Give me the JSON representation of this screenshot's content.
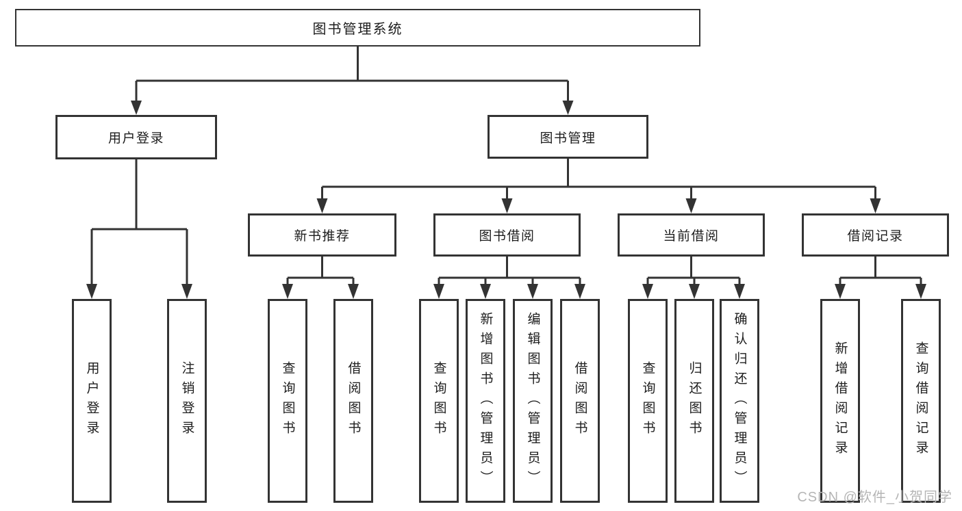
{
  "colors": {
    "line": "#333333",
    "box_border": "#333333",
    "text": "#1d1d1d",
    "watermark": "#b5b5b5",
    "background": "#ffffff"
  },
  "nodes": {
    "root": {
      "label": "图书管理系统",
      "children": {
        "user_login": {
          "label": "用户登录",
          "children": {
            "login": {
              "label": "用户登录"
            },
            "logout": {
              "label": "注销登录"
            }
          }
        },
        "book_mgmt": {
          "label": "图书管理",
          "children": {
            "new_book_rec": {
              "label": "新书推荐",
              "children": {
                "query_book": {
                  "label": "查询图书"
                },
                "borrow_book": {
                  "label": "借阅图书"
                }
              }
            },
            "book_borrow": {
              "label": "图书借阅",
              "children": {
                "query_book": {
                  "label": "查询图书"
                },
                "add_book": {
                  "label": "新增图书（管理员）"
                },
                "edit_book": {
                  "label": "编辑图书（管理员）"
                },
                "borrow_book": {
                  "label": "借阅图书"
                }
              }
            },
            "current_borrow": {
              "label": "当前借阅",
              "children": {
                "query_book": {
                  "label": "查询图书"
                },
                "return_book": {
                  "label": "归还图书"
                },
                "confirm_return": {
                  "label": "确认归还（管理员）"
                }
              }
            },
            "borrow_records": {
              "label": "借阅记录",
              "children": {
                "add_record": {
                  "label": "新增借阅记录"
                },
                "query_record": {
                  "label": "查询借阅记录"
                }
              }
            }
          }
        }
      }
    }
  },
  "watermark": {
    "text": "CSDN @软件_小贺同学"
  }
}
